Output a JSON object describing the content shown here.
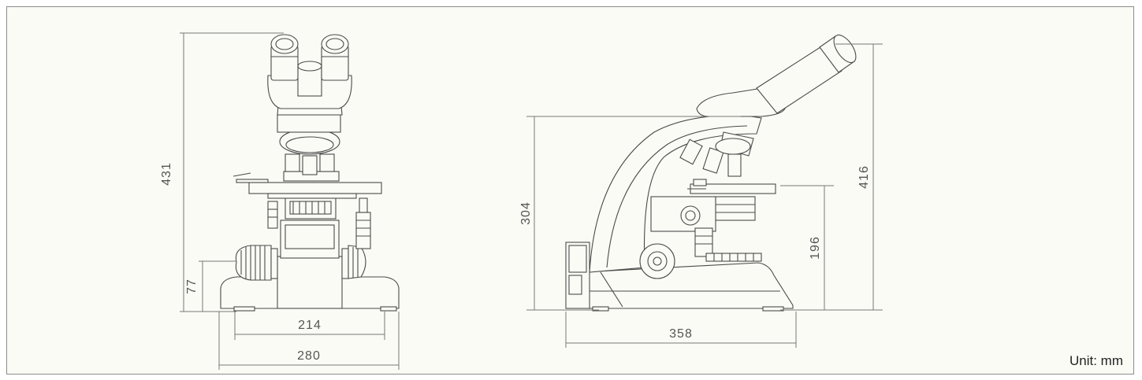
{
  "unit_label": "Unit: mm",
  "front_view": {
    "height_total": "431",
    "base_height": "77",
    "inner_width": "214",
    "outer_width": "280"
  },
  "side_view": {
    "arm_height": "304",
    "total_height": "416",
    "stage_height": "196",
    "depth": "358"
  }
}
